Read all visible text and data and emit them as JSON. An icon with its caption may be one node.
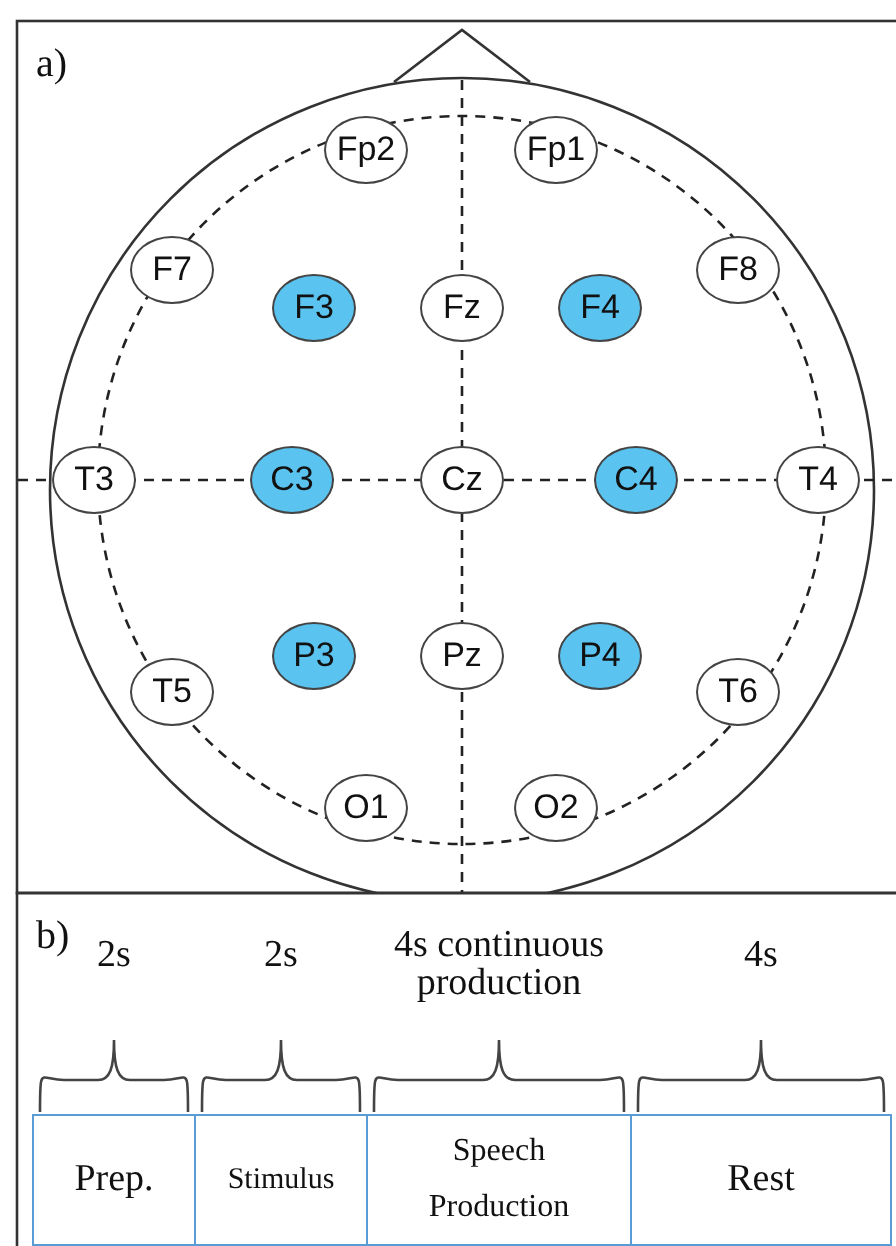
{
  "diagram": {
    "nodes": [
      {
        "text": [
          "Fp2"
        ]
      },
      {
        "text": [
          "Fp1"
        ]
      },
      {
        "text": [
          "F7"
        ]
      },
      {
        "text": [
          "F3"
        ]
      },
      {
        "text": [
          "Fz"
        ]
      },
      {
        "text": [
          "F4"
        ]
      },
      {
        "text": [
          "F8"
        ]
      },
      {
        "text": [
          "T3"
        ]
      },
      {
        "text": [
          "C3"
        ]
      },
      {
        "text": [
          "Cz"
        ]
      },
      {
        "text": [
          "C4"
        ]
      },
      {
        "text": [
          "T4"
        ]
      },
      {
        "text": [
          "T5"
        ]
      },
      {
        "text": [
          "P3"
        ]
      },
      {
        "text": [
          "Pz"
        ]
      },
      {
        "text": [
          "P4"
        ]
      },
      {
        "text": [
          "T6"
        ]
      },
      {
        "text": [
          "O1"
        ]
      },
      {
        "text": [
          "O2"
        ]
      },
      {
        "text": [
          "Prep."
        ],
        "beside": [
          "2s"
        ]
      },
      {
        "text": [
          "Stimulus"
        ],
        "beside": [
          "2s"
        ]
      },
      {
        "text": [
          "Speech Production"
        ],
        "beside": [
          "4s continuous production"
        ]
      },
      {
        "text": [
          "Rest"
        ],
        "beside": [
          "4s"
        ]
      }
    ],
    "labels": [
      "a)",
      "b)"
    ]
  }
}
